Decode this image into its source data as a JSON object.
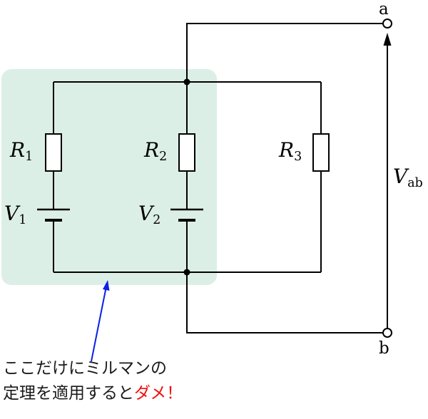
{
  "terminals": {
    "a": "a",
    "b": "b"
  },
  "labels": {
    "r1": {
      "base": "R",
      "sub": "1"
    },
    "r2": {
      "base": "R",
      "sub": "2"
    },
    "r3": {
      "base": "R",
      "sub": "3"
    },
    "v1": {
      "base": "V",
      "sub": "1"
    },
    "v2": {
      "base": "V",
      "sub": "2"
    },
    "vab": {
      "base": "V",
      "sub": "ab"
    }
  },
  "annotation": {
    "line1": "ここだけにミルマンの",
    "line2_black": "定理を適用すると",
    "line2_red": "ダメ！"
  },
  "colors": {
    "highlight": "#dcefe6",
    "arrow_blue": "#0c20e8",
    "warn_red": "#ee1111",
    "wire": "#000000"
  }
}
